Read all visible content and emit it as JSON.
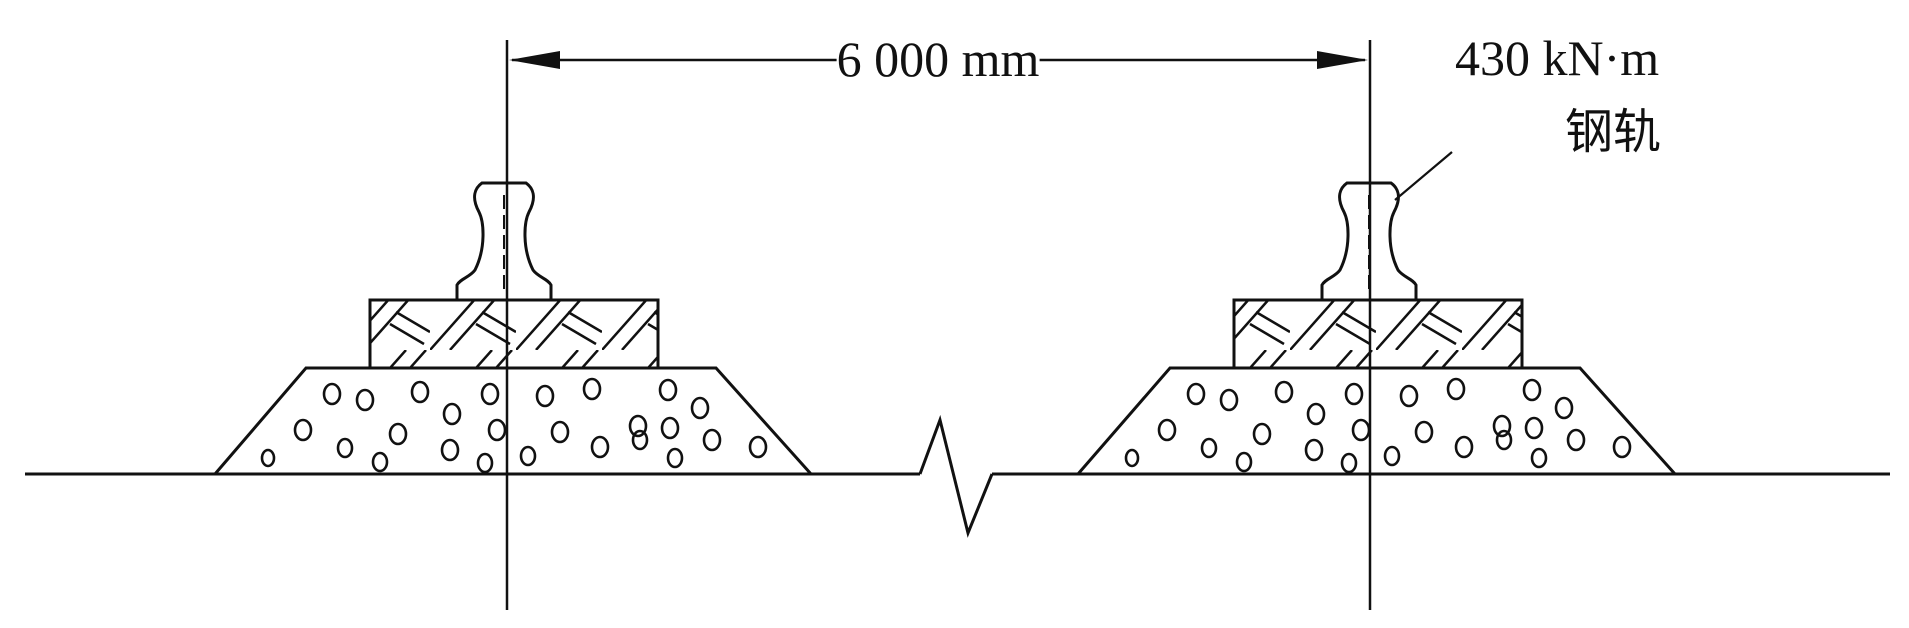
{
  "dimension": {
    "label": "6 000 mm"
  },
  "rail_callout": {
    "moment": "430 kN·m",
    "name": "钢轨"
  },
  "colors": {
    "stroke": "#111111",
    "background": "#ffffff"
  }
}
